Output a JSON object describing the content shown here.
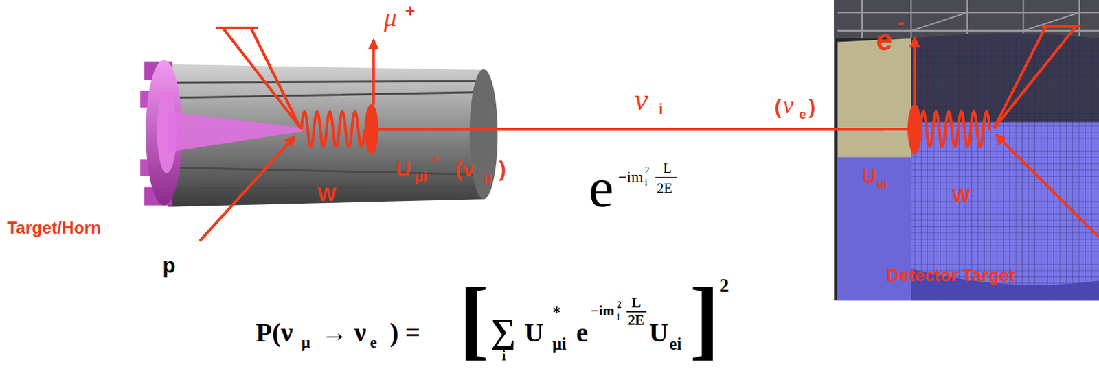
{
  "diagram": {
    "nodes": [
      {
        "text": [
          "Target/Horn"
        ]
      },
      {
        "text": [
          "Detector Target"
        ]
      }
    ],
    "edges": [
      {
        "from": 0,
        "to": 1,
        "arrow": "none"
      }
    ],
    "labels": [
      "μ",
      "+",
      "U",
      "μi",
      "*",
      "(ν",
      "μ",
      ")",
      "W",
      "p",
      "ν",
      "i",
      "(",
      "ν",
      "e",
      ")",
      "e",
      "−im",
      "2",
      "i",
      "L",
      "2E",
      "P(ν",
      "μ",
      "→ ν",
      "e",
      ") =",
      "[",
      "∑",
      "i",
      "U",
      "*",
      "μi",
      "e",
      "−im",
      "2",
      "i",
      "L",
      "2E",
      "U",
      "ei",
      "]",
      "2",
      "e",
      "-",
      "U",
      "ei",
      "W"
    ]
  }
}
